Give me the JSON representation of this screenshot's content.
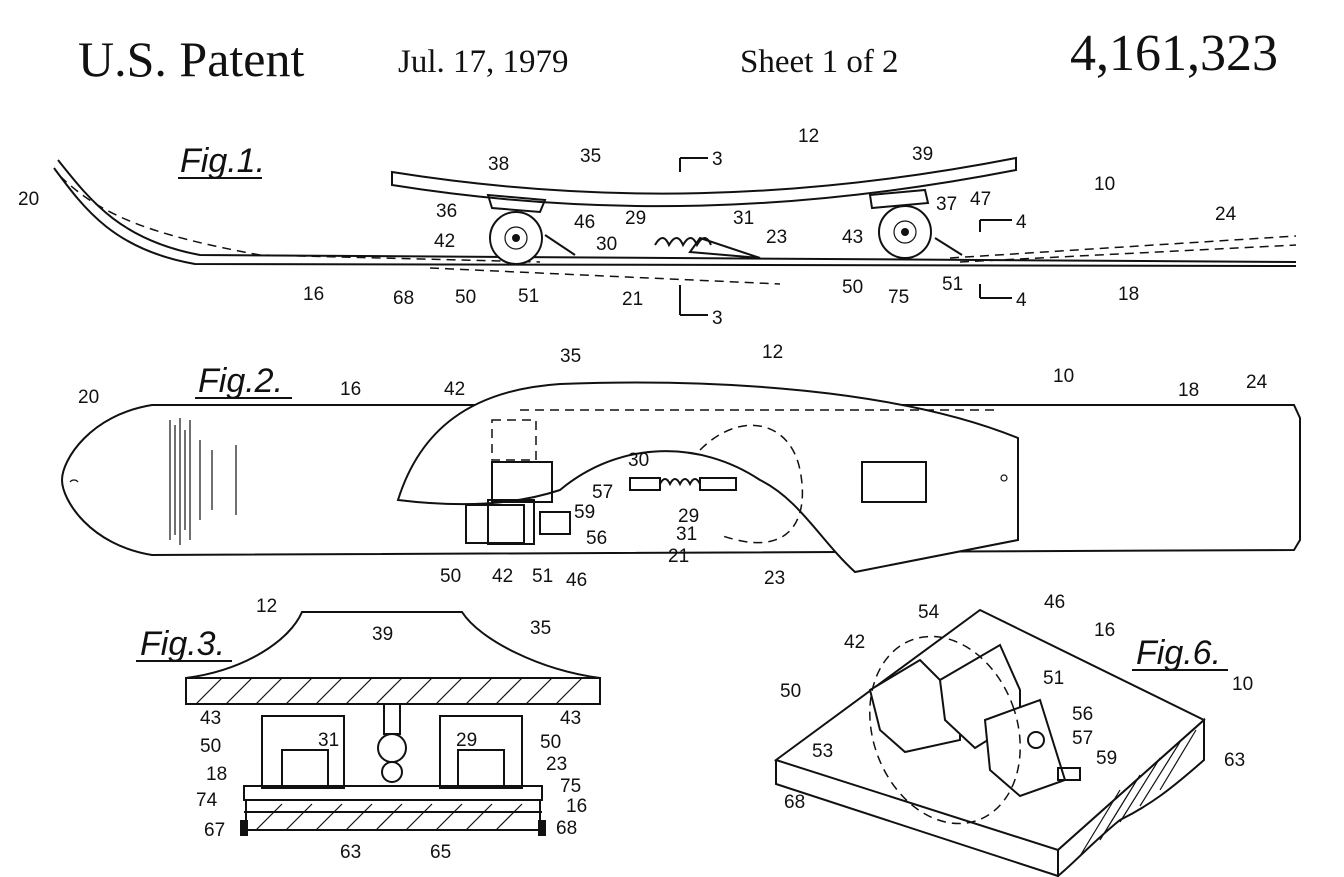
{
  "header": {
    "title": "U.S. Patent",
    "date": "Jul. 17, 1979",
    "sheet": "Sheet 1 of 2",
    "patent_number": "4,161,323"
  },
  "figures": {
    "fig1": {
      "label": "Fig.1.",
      "refs": [
        "20",
        "16",
        "68",
        "50",
        "42",
        "36",
        "38",
        "35",
        "51",
        "46",
        "29",
        "30",
        "31",
        "21",
        "3",
        "3",
        "23",
        "12",
        "39",
        "43",
        "37",
        "47",
        "4",
        "4",
        "50",
        "75",
        "51",
        "18",
        "10",
        "24"
      ]
    },
    "fig2": {
      "label": "Fig.2.",
      "refs": [
        "20",
        "16",
        "42",
        "35",
        "12",
        "10",
        "18",
        "24",
        "30",
        "29",
        "31",
        "57",
        "59",
        "56",
        "50",
        "42",
        "51",
        "46",
        "21",
        "23"
      ]
    },
    "fig3": {
      "label": "Fig.3.",
      "refs": [
        "12",
        "35",
        "39",
        "43",
        "43",
        "50",
        "31",
        "29",
        "50",
        "18",
        "23",
        "74",
        "75",
        "16",
        "67",
        "68",
        "63",
        "65"
      ]
    },
    "fig6": {
      "label": "Fig.6.",
      "refs": [
        "54",
        "46",
        "16",
        "42",
        "50",
        "51",
        "10",
        "56",
        "57",
        "53",
        "59",
        "63",
        "68"
      ]
    }
  }
}
